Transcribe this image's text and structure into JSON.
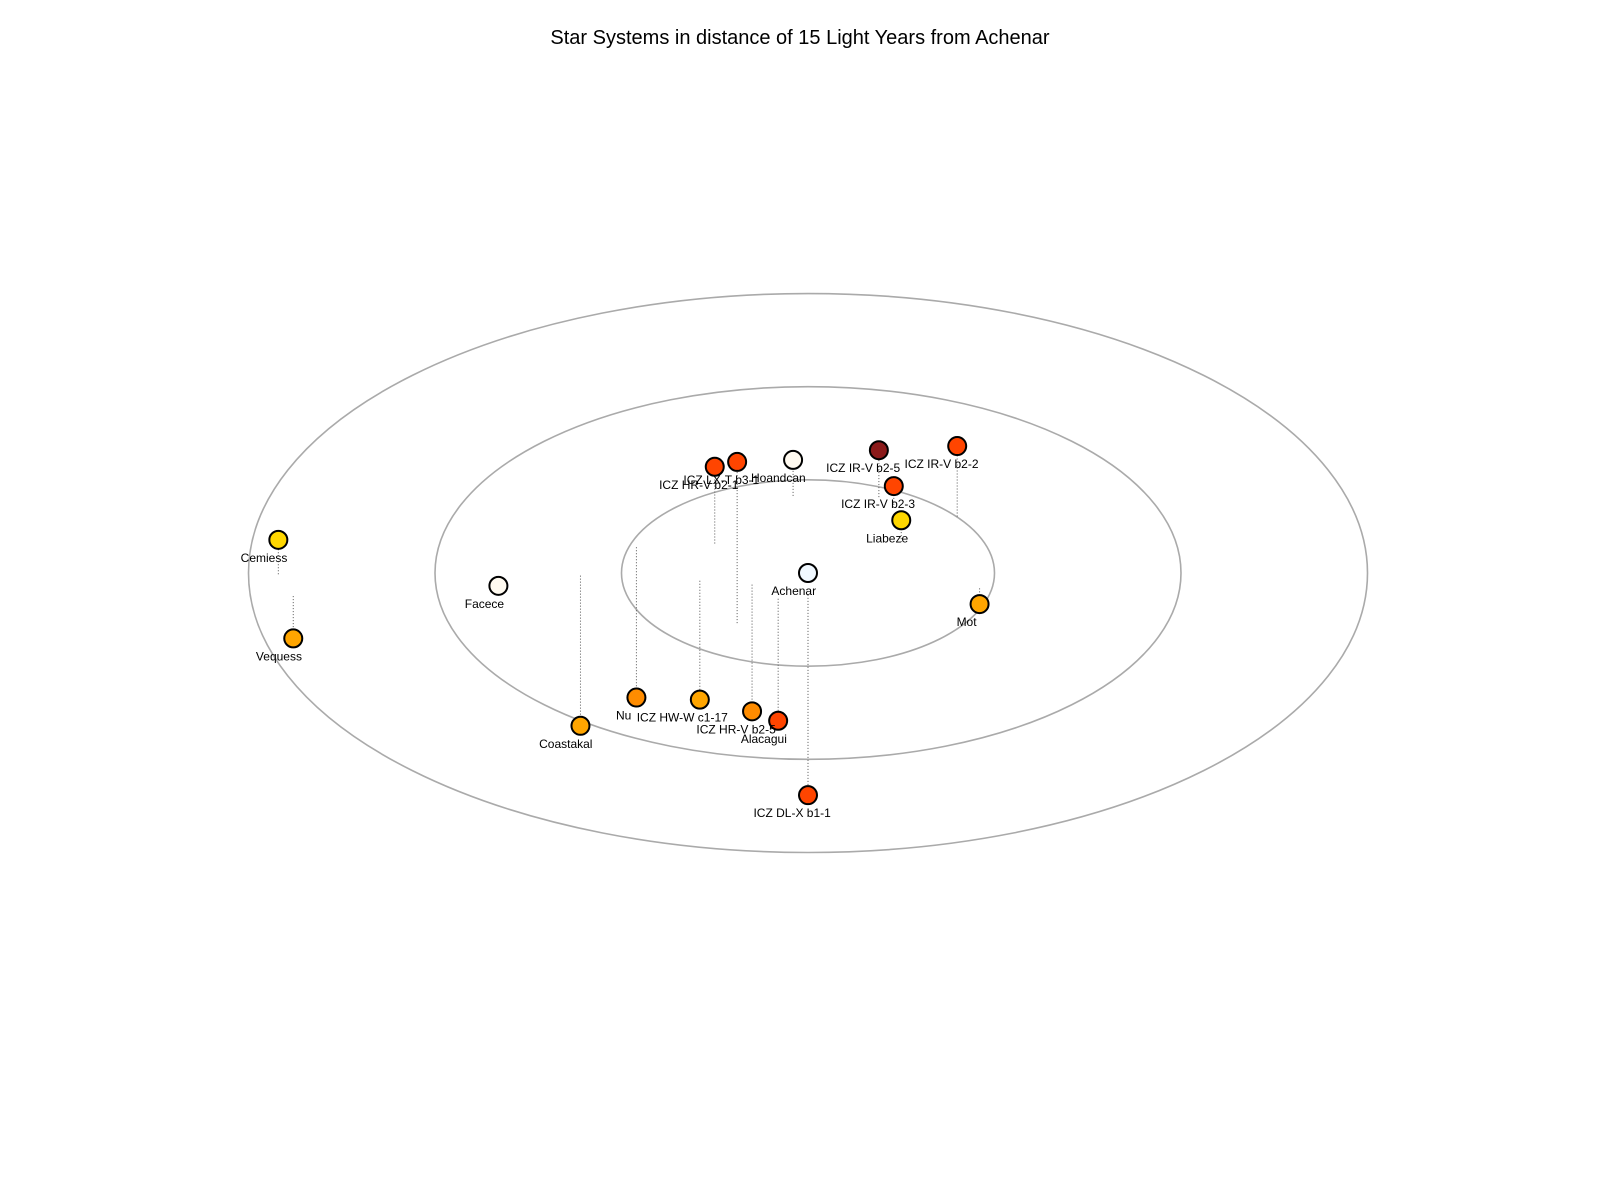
{
  "chart_data": {
    "type": "scatter",
    "title": "Star Systems in distance of 15 Light Years from Achenar",
    "rings": [
      5,
      10,
      15
    ],
    "center": {
      "name": "Achenar",
      "color": "#f0f8ff"
    },
    "points": [
      {
        "name": "ICZ IR-V b2-5",
        "x": 1.9,
        "y": 5.9,
        "z": 3.0,
        "color": "#8b1a1a"
      },
      {
        "name": "ICZ IR-V b2-2",
        "x": 4.0,
        "y": 4.4,
        "z": 4.5,
        "color": "#ff4500"
      },
      {
        "name": "ICZ HR-V b2-1",
        "x": -2.5,
        "y": 2.3,
        "z": 4.9,
        "color": "#ff4500"
      },
      {
        "name": "ICZ LX-T b3-1",
        "x": -1.9,
        "y": -3.9,
        "z": 10.3,
        "color": "#ff4500"
      },
      {
        "name": "ICZ IR-V b2-3",
        "x": 2.3,
        "y": 5.3,
        "z": 1.2,
        "color": "#ff4500"
      },
      {
        "name": "Hoandcan",
        "x": -0.4,
        "y": 6.0,
        "z": 2.3,
        "color": "#fffaf0"
      },
      {
        "name": "Liabeze",
        "x": 2.5,
        "y": 2.4,
        "z": 1.4,
        "color": "#ffd700"
      },
      {
        "name": "Cemiess",
        "x": -14.2,
        "y": -0.1,
        "z": 2.2,
        "color": "#ffd700"
      },
      {
        "name": "Facece",
        "x": -8.3,
        "y": -1.0,
        "z": 0.0,
        "color": "#fffaf0"
      },
      {
        "name": "Achenar",
        "x": 0.0,
        "y": 0.0,
        "z": 0.0,
        "color": "#f0f8ff"
      },
      {
        "name": "Mot",
        "x": 4.6,
        "y": -1.2,
        "z": -1.0,
        "color": "#ffa500"
      },
      {
        "name": "Vequess",
        "x": -13.8,
        "y": -1.8,
        "z": -2.7,
        "color": "#ffa500"
      },
      {
        "name": "Nu",
        "x": -4.6,
        "y": 2.0,
        "z": -9.6,
        "color": "#ff8c00"
      },
      {
        "name": "ICZ HW-W c1-17",
        "x": -2.9,
        "y": -0.6,
        "z": -7.6,
        "color": "#ffa500"
      },
      {
        "name": "ICZ HR-V b2-5",
        "x": -1.5,
        "y": -0.9,
        "z": -8.1,
        "color": "#ff8c00"
      },
      {
        "name": "Alacagui",
        "x": -0.8,
        "y": -2.0,
        "z": -7.8,
        "color": "#ff4500"
      },
      {
        "name": "Coastakal",
        "x": -6.1,
        "y": -0.2,
        "z": -9.6,
        "color": "#ffa500"
      },
      {
        "name": "ICZ DL-X b1-1",
        "x": 0.0,
        "y": -1.7,
        "z": -12.8,
        "color": "#ff4500"
      }
    ]
  }
}
